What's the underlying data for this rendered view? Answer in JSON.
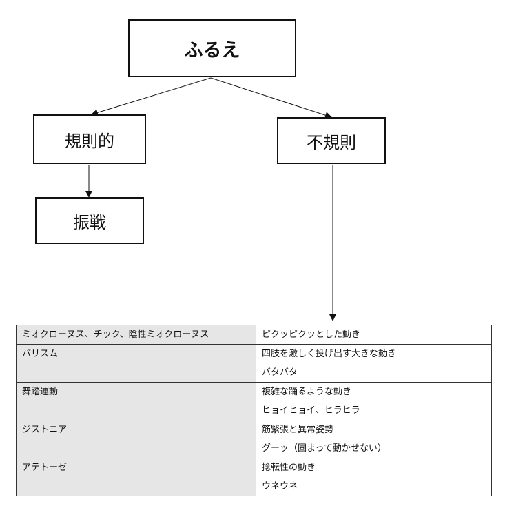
{
  "diagram": {
    "root": "ふるえ",
    "regular": "規則的",
    "irregular": "不規則",
    "regular_child": "振戦"
  },
  "table": {
    "rows": [
      {
        "name": "ミオクローヌス、チック、陰性ミオクローヌス",
        "desc": [
          "ピクッピクッとした動き"
        ]
      },
      {
        "name": "バリスム",
        "desc": [
          "四肢を激しく投げ出す大きな動き",
          "バタバタ"
        ]
      },
      {
        "name": "舞踏運動",
        "desc": [
          "複雑な踊るような動き",
          "ヒョイヒョイ、ヒラヒラ"
        ]
      },
      {
        "name": "ジストニア",
        "desc": [
          "筋緊張と異常姿勢",
          "グーッ（固まって動かせない）"
        ]
      },
      {
        "name": "アテトーゼ",
        "desc": [
          "捻転性の動き",
          "ウネウネ"
        ]
      }
    ]
  }
}
